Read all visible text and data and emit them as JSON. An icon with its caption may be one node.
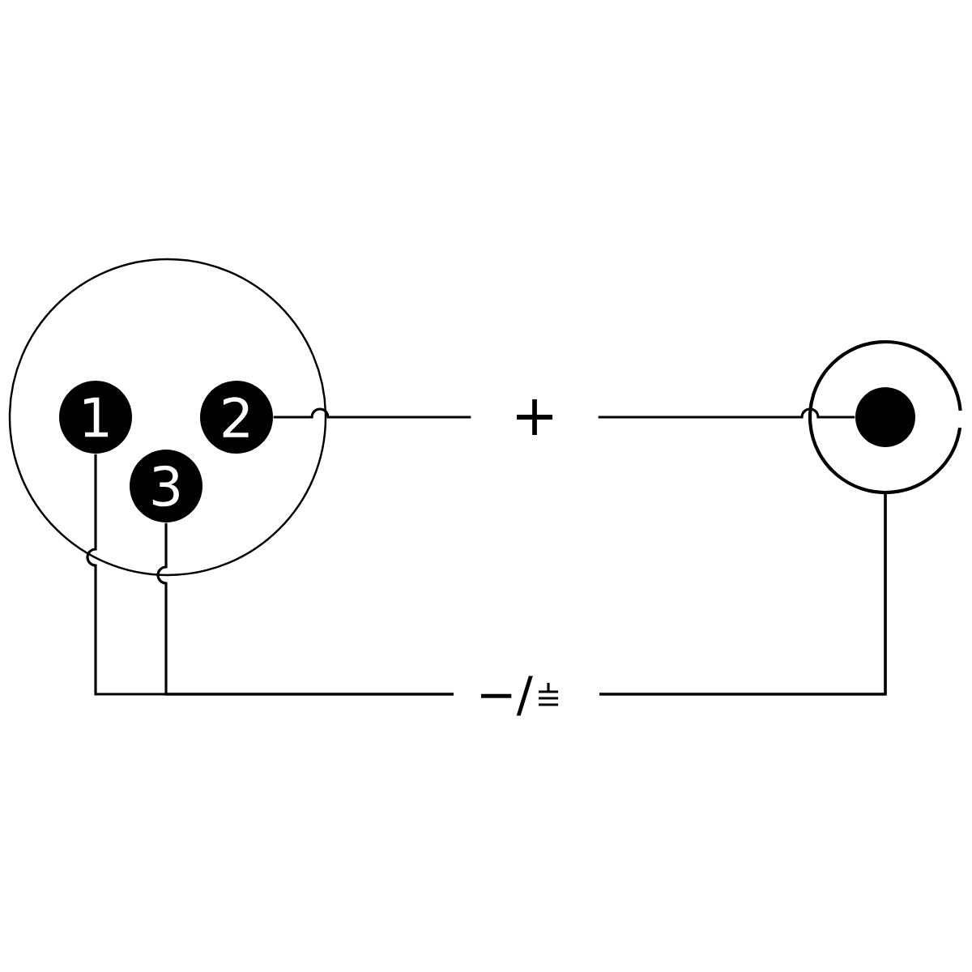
{
  "diagram": {
    "nodes": [
      {
        "text": [],
        "shape": "circle"
      },
      {
        "text": [
          "1"
        ],
        "in": 0
      },
      {
        "text": [
          "2"
        ],
        "in": 0
      },
      {
        "text": [
          "3"
        ],
        "in": 0
      },
      {
        "text": [],
        "shape": "circle"
      },
      {
        "text": [],
        "shape": "circle",
        "in": 4
      }
    ],
    "edges": [
      {
        "from": 2,
        "to": 5,
        "arrow": "none",
        "label": "+"
      },
      {
        "from": 1,
        "to": 4,
        "arrow": "none",
        "label": "−/"
      },
      {
        "from": 3,
        "to": 4,
        "arrow": "none"
      }
    ]
  }
}
